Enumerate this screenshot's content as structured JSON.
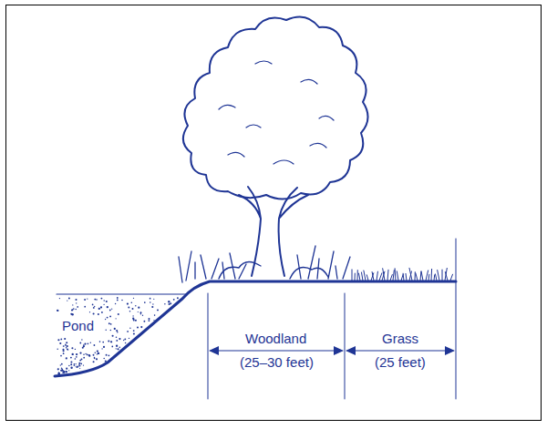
{
  "diagram": {
    "labels": [
      "Pond",
      "Woodland",
      "(25–30 feet)",
      "Grass",
      "(25 feet)"
    ]
  }
}
